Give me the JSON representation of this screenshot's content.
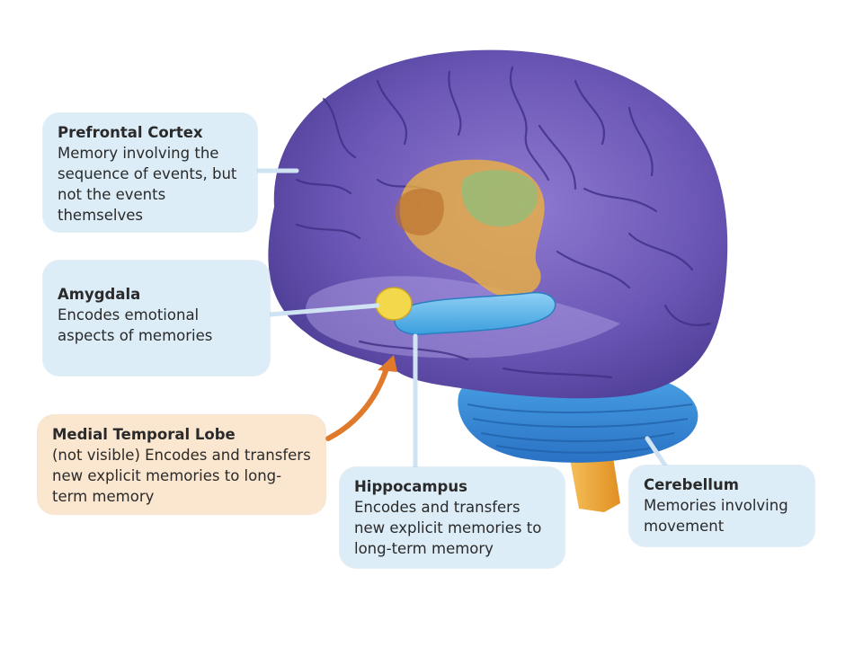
{
  "callouts": {
    "prefrontal": {
      "title": "Prefrontal Cortex",
      "desc": "Memory involving the\nsequence of events, but\nnot the events\nthemselves"
    },
    "amygdala": {
      "title": "Amygdala",
      "desc": "Encodes emotional\naspects of memories"
    },
    "medial_temporal_lobe": {
      "title": "Medial Temporal Lobe",
      "desc": "(not visible) Encodes and transfers\nnew explicit memories to long-\nterm memory"
    },
    "hippocampus": {
      "title": "Hippocampus",
      "desc": "Encodes and transfers\nnew explicit memories to\nlong-term memory"
    },
    "cerebellum": {
      "title": "Cerebellum",
      "desc": "Memories involving\nmovement"
    }
  },
  "colors": {
    "brain": "#6e58b8",
    "brain_dark": "#4a3a8e",
    "cerebellum": "#3a8fd8",
    "brainstem": "#f2a93a",
    "hippocampus": "#5fb8ea",
    "amygdala": "#f1d44a",
    "callout_blue": "#dcedf8",
    "callout_peach": "#fbe6cf",
    "arrow_orange": "#e07a2a"
  }
}
